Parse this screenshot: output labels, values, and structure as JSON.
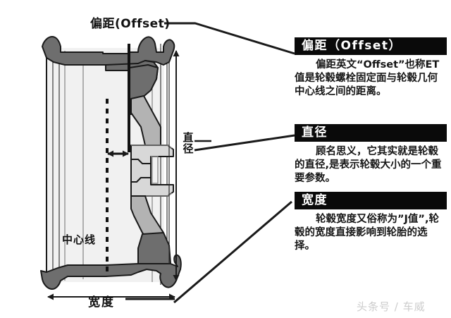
{
  "diagram": {
    "labels": {
      "offset": "偏距(Offset)",
      "centerline": "中心线",
      "width": "宽度",
      "diameter_char1": "直",
      "diameter_char2": "径"
    },
    "colors": {
      "outline": "#1a1a1a",
      "rim_fill": "#f2f2f2",
      "spoke_fill": "#b3b3b3",
      "bead_fill": "#6e6e6e",
      "background": "#ffffff"
    }
  },
  "panels": [
    {
      "id": "offset",
      "title": "偏距（Offset）",
      "body": "偏距英文“Offset”也称ET值是轮毂螺栓固定面与轮毂几何中心线之间的距离。"
    },
    {
      "id": "diameter",
      "title": "直径",
      "body": "顾名思义，它其实就是轮毂的直径,是表示轮毂大小的一个重要参数。"
    },
    {
      "id": "width",
      "title": "宽度",
      "body": "轮毂宽度又俗称为”J值”,轮毂的宽度直接影响到轮胎的选择。"
    }
  ],
  "watermark": "头条号 / 车威"
}
